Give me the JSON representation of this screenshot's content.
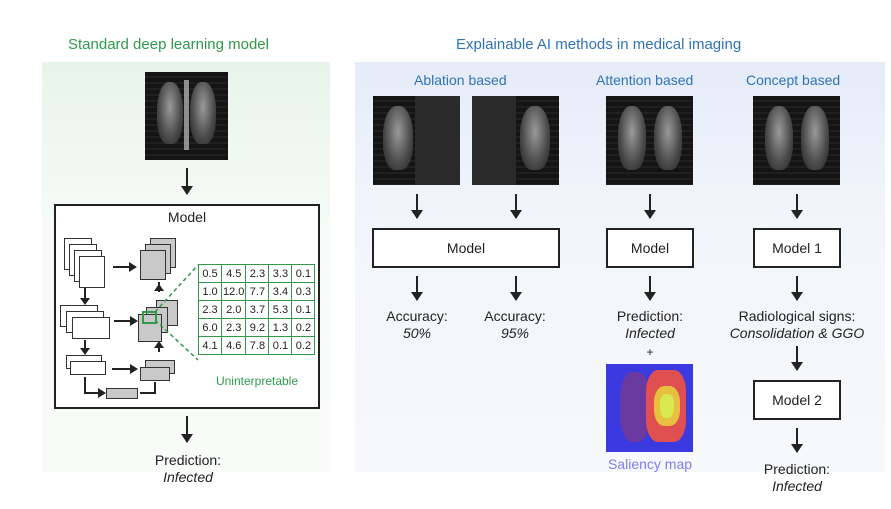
{
  "left": {
    "title": "Standard deep learning model",
    "model_label": "Model",
    "uninterpretable": "Uninterpretable",
    "matrix": [
      [
        "0.5",
        "4.5",
        "2.3",
        "3.3",
        "0.1"
      ],
      [
        "1.0",
        "12.0",
        "7.7",
        "3.4",
        "0.3"
      ],
      [
        "2.3",
        "2.0",
        "3.7",
        "5.3",
        "0.1"
      ],
      [
        "6.0",
        "2.3",
        "9.2",
        "1.3",
        "0.2"
      ],
      [
        "4.1",
        "4.6",
        "7.8",
        "0.1",
        "0.2"
      ]
    ],
    "prediction_label": "Prediction:",
    "prediction_value": "Infected"
  },
  "right": {
    "title": "Explainable AI methods in medical imaging",
    "ablation": {
      "title": "Ablation based",
      "model_label": "Model",
      "acc1_label": "Accuracy:",
      "acc1_value": "50%",
      "acc2_label": "Accuracy:",
      "acc2_value": "95%"
    },
    "attention": {
      "title": "Attention based",
      "model_label": "Model",
      "prediction_label": "Prediction:",
      "prediction_value": "Infected",
      "plus": "+",
      "saliency_label": "Saliency map"
    },
    "concept": {
      "title": "Concept based",
      "model1_label": "Model 1",
      "signs_label": "Radiological signs:",
      "signs_value": "Consolidation & GGO",
      "model2_label": "Model 2",
      "prediction_label": "Prediction:",
      "prediction_value": "Infected"
    }
  },
  "colors": {
    "green": "#2e9a4a",
    "blue": "#2f73b8",
    "saliency_label": "#7f7ff0"
  }
}
